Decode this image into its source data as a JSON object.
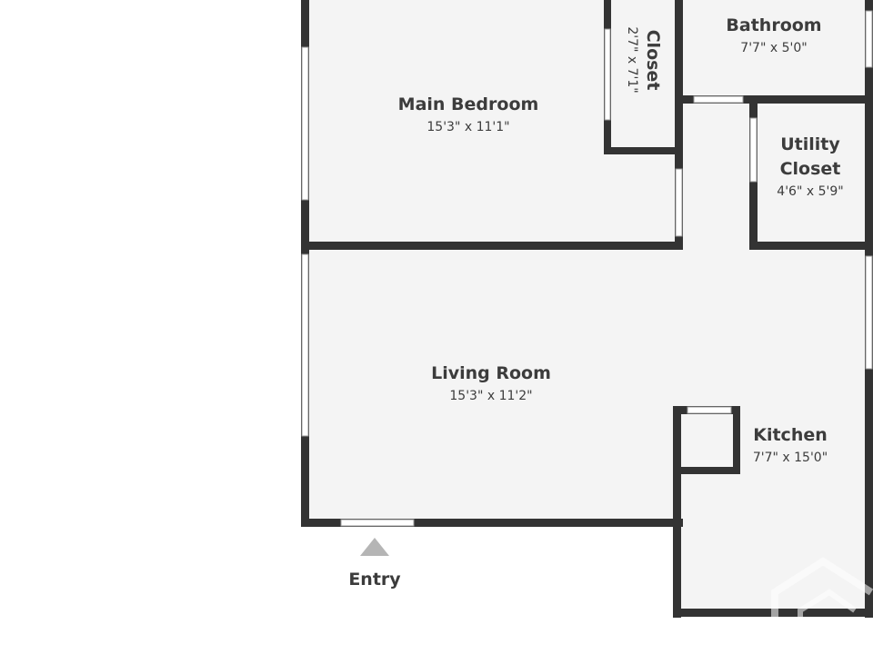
{
  "rooms": {
    "main_bedroom": {
      "name": "Main Bedroom",
      "dims": "15'3\" x 11'1\""
    },
    "closet": {
      "name": "Closet",
      "dims": "2'7\" x 7'1\""
    },
    "bathroom": {
      "name": "Bathroom",
      "dims": "7'7\" x 5'0\""
    },
    "utility_closet": {
      "name_line1": "Utility",
      "name_line2": "Closet",
      "dims": "4'6\" x 5'9\""
    },
    "living_room": {
      "name": "Living Room",
      "dims": "15'3\" x 11'2\""
    },
    "kitchen": {
      "name": "Kitchen",
      "dims": "7'7\" x 15'0\""
    }
  },
  "entry": {
    "label": "Entry"
  },
  "colors": {
    "wall": "#333333",
    "floor": "#f4f4f4",
    "text": "#3c3c3c",
    "entry_marker": "#b5b5b5"
  },
  "icons": {
    "entry_marker": "triangle-up",
    "watermark": "house-logo"
  }
}
